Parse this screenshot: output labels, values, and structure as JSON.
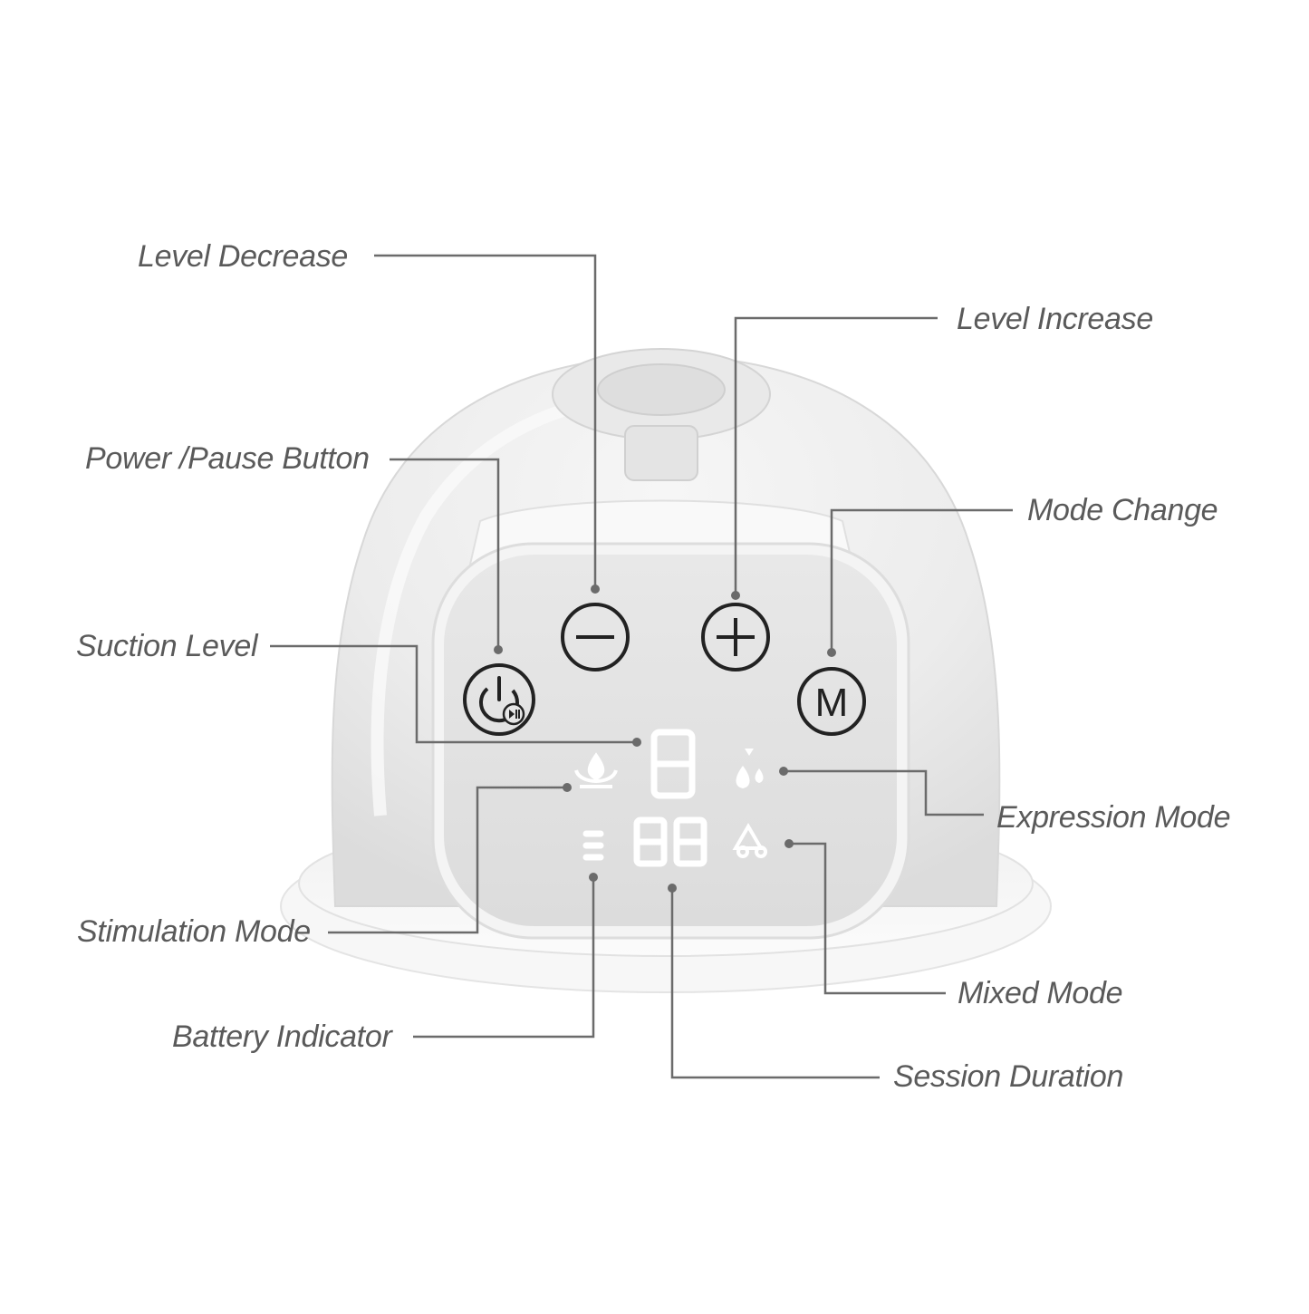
{
  "colors": {
    "background": "#ffffff",
    "callout_line": "#6b6b6b",
    "label_text": "#5a5a5a",
    "shell": "#eeeeee",
    "panel": "#e6e6e6",
    "lcd_segments": "#ffffff"
  },
  "labels": {
    "level_decrease": "Level Decrease",
    "level_increase": "Level Increase",
    "power_pause": "Power /Pause Button",
    "mode_change": "Mode Change",
    "suction_level": "Suction Level",
    "expression_mode": "Expression Mode",
    "stimulation_mode": "Stimulation Mode",
    "mixed_mode": "Mixed Mode",
    "battery_indicator": "Battery Indicator",
    "session_duration": "Session Duration"
  },
  "buttons": {
    "power": {
      "icon": "power-pause-icon"
    },
    "minus": {
      "icon": "minus-icon"
    },
    "plus": {
      "icon": "plus-icon"
    },
    "mode": {
      "icon": "mode-m-icon",
      "glyph": "M"
    }
  },
  "display": {
    "suction_digit": "8",
    "session_digits": "88",
    "battery_bars": 3,
    "icons": [
      "stimulation-mode-icon",
      "expression-mode-icon",
      "mixed-mode-icon",
      "battery-bars-icon"
    ]
  }
}
